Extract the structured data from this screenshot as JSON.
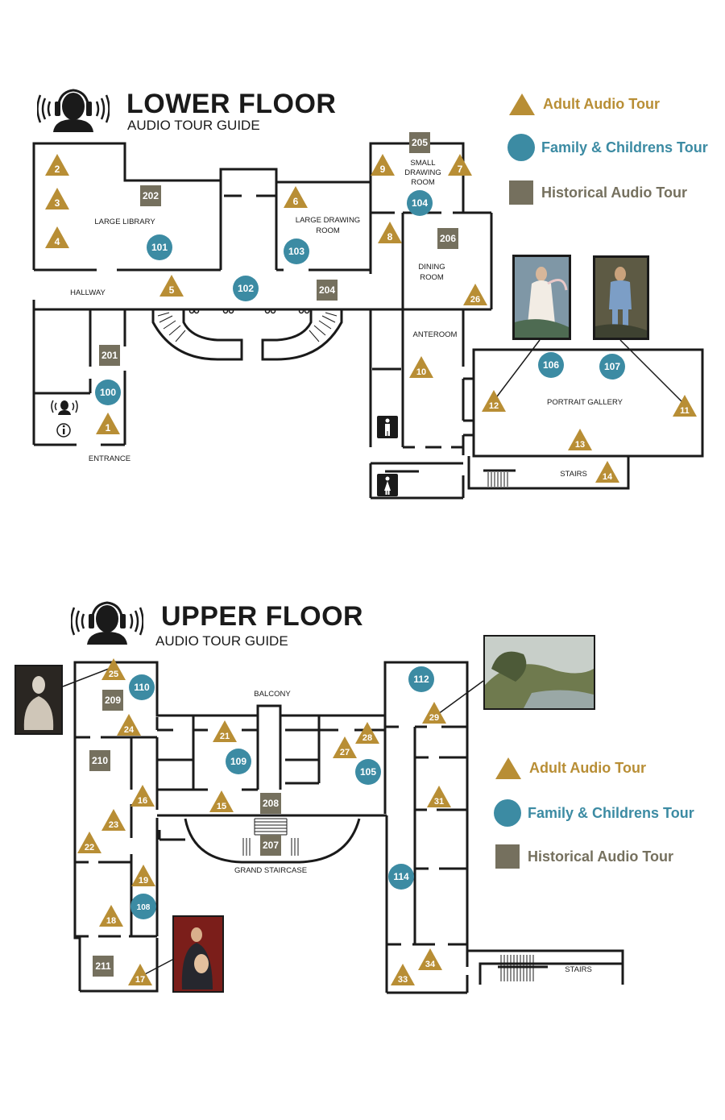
{
  "colors": {
    "adult": "#b88e35",
    "family": "#3c8ba3",
    "historical": "#75705e"
  },
  "lower": {
    "title": "LOWER FLOOR",
    "subtitle": "AUDIO TOUR GUIDE",
    "legend": {
      "adult": "Adult Audio Tour",
      "family": "Family & Childrens Tour",
      "historical": "Historical Audio Tour"
    },
    "rooms": {
      "large_library": "LARGE LIBRARY",
      "large_drawing_room": [
        "LARGE DRAWING",
        "ROOM"
      ],
      "small_drawing_room": [
        "SMALL",
        "DRAWING",
        "ROOM"
      ],
      "dining_room": [
        "DINING",
        "ROOM"
      ],
      "hallway": "HALLWAY",
      "anteroom": "ANTEROOM",
      "portrait_gallery": "PORTRAIT GALLERY",
      "entrance": "ENTRANCE",
      "stairs": "STAIRS"
    },
    "adult_stops": [
      "1",
      "2",
      "3",
      "4",
      "5",
      "6",
      "7",
      "8",
      "9",
      "10",
      "11",
      "12",
      "13",
      "14",
      "26"
    ],
    "family_stops": [
      "100",
      "101",
      "102",
      "103",
      "104",
      "106",
      "107"
    ],
    "historical_stops": [
      "201",
      "202",
      "204",
      "205",
      "206"
    ]
  },
  "upper": {
    "title": "UPPER FLOOR",
    "subtitle": "AUDIO TOUR GUIDE",
    "legend": {
      "adult": "Adult Audio Tour",
      "family": "Family & Childrens Tour",
      "historical": "Historical Audio Tour"
    },
    "rooms": {
      "balcony": "BALCONY",
      "grand_staircase": "GRAND STAIRCASE",
      "stairs": "STAIRS"
    },
    "adult_stops": [
      "15",
      "16",
      "17",
      "18",
      "19",
      "21",
      "22",
      "23",
      "24",
      "25",
      "27",
      "28",
      "29",
      "31",
      "33",
      "34"
    ],
    "family_stops": [
      "105",
      "108",
      "109",
      "110",
      "112",
      "114"
    ],
    "historical_stops": [
      "207",
      "208",
      "209",
      "210",
      "211"
    ]
  },
  "icons": [
    "audio-guide-icon",
    "info-icon",
    "men-restroom-icon",
    "women-restroom-icon"
  ],
  "paintings": [
    "pinkie-portrait",
    "blue-boy-portrait",
    "marble-bust",
    "landscape-painting",
    "madonna-child-painting"
  ]
}
